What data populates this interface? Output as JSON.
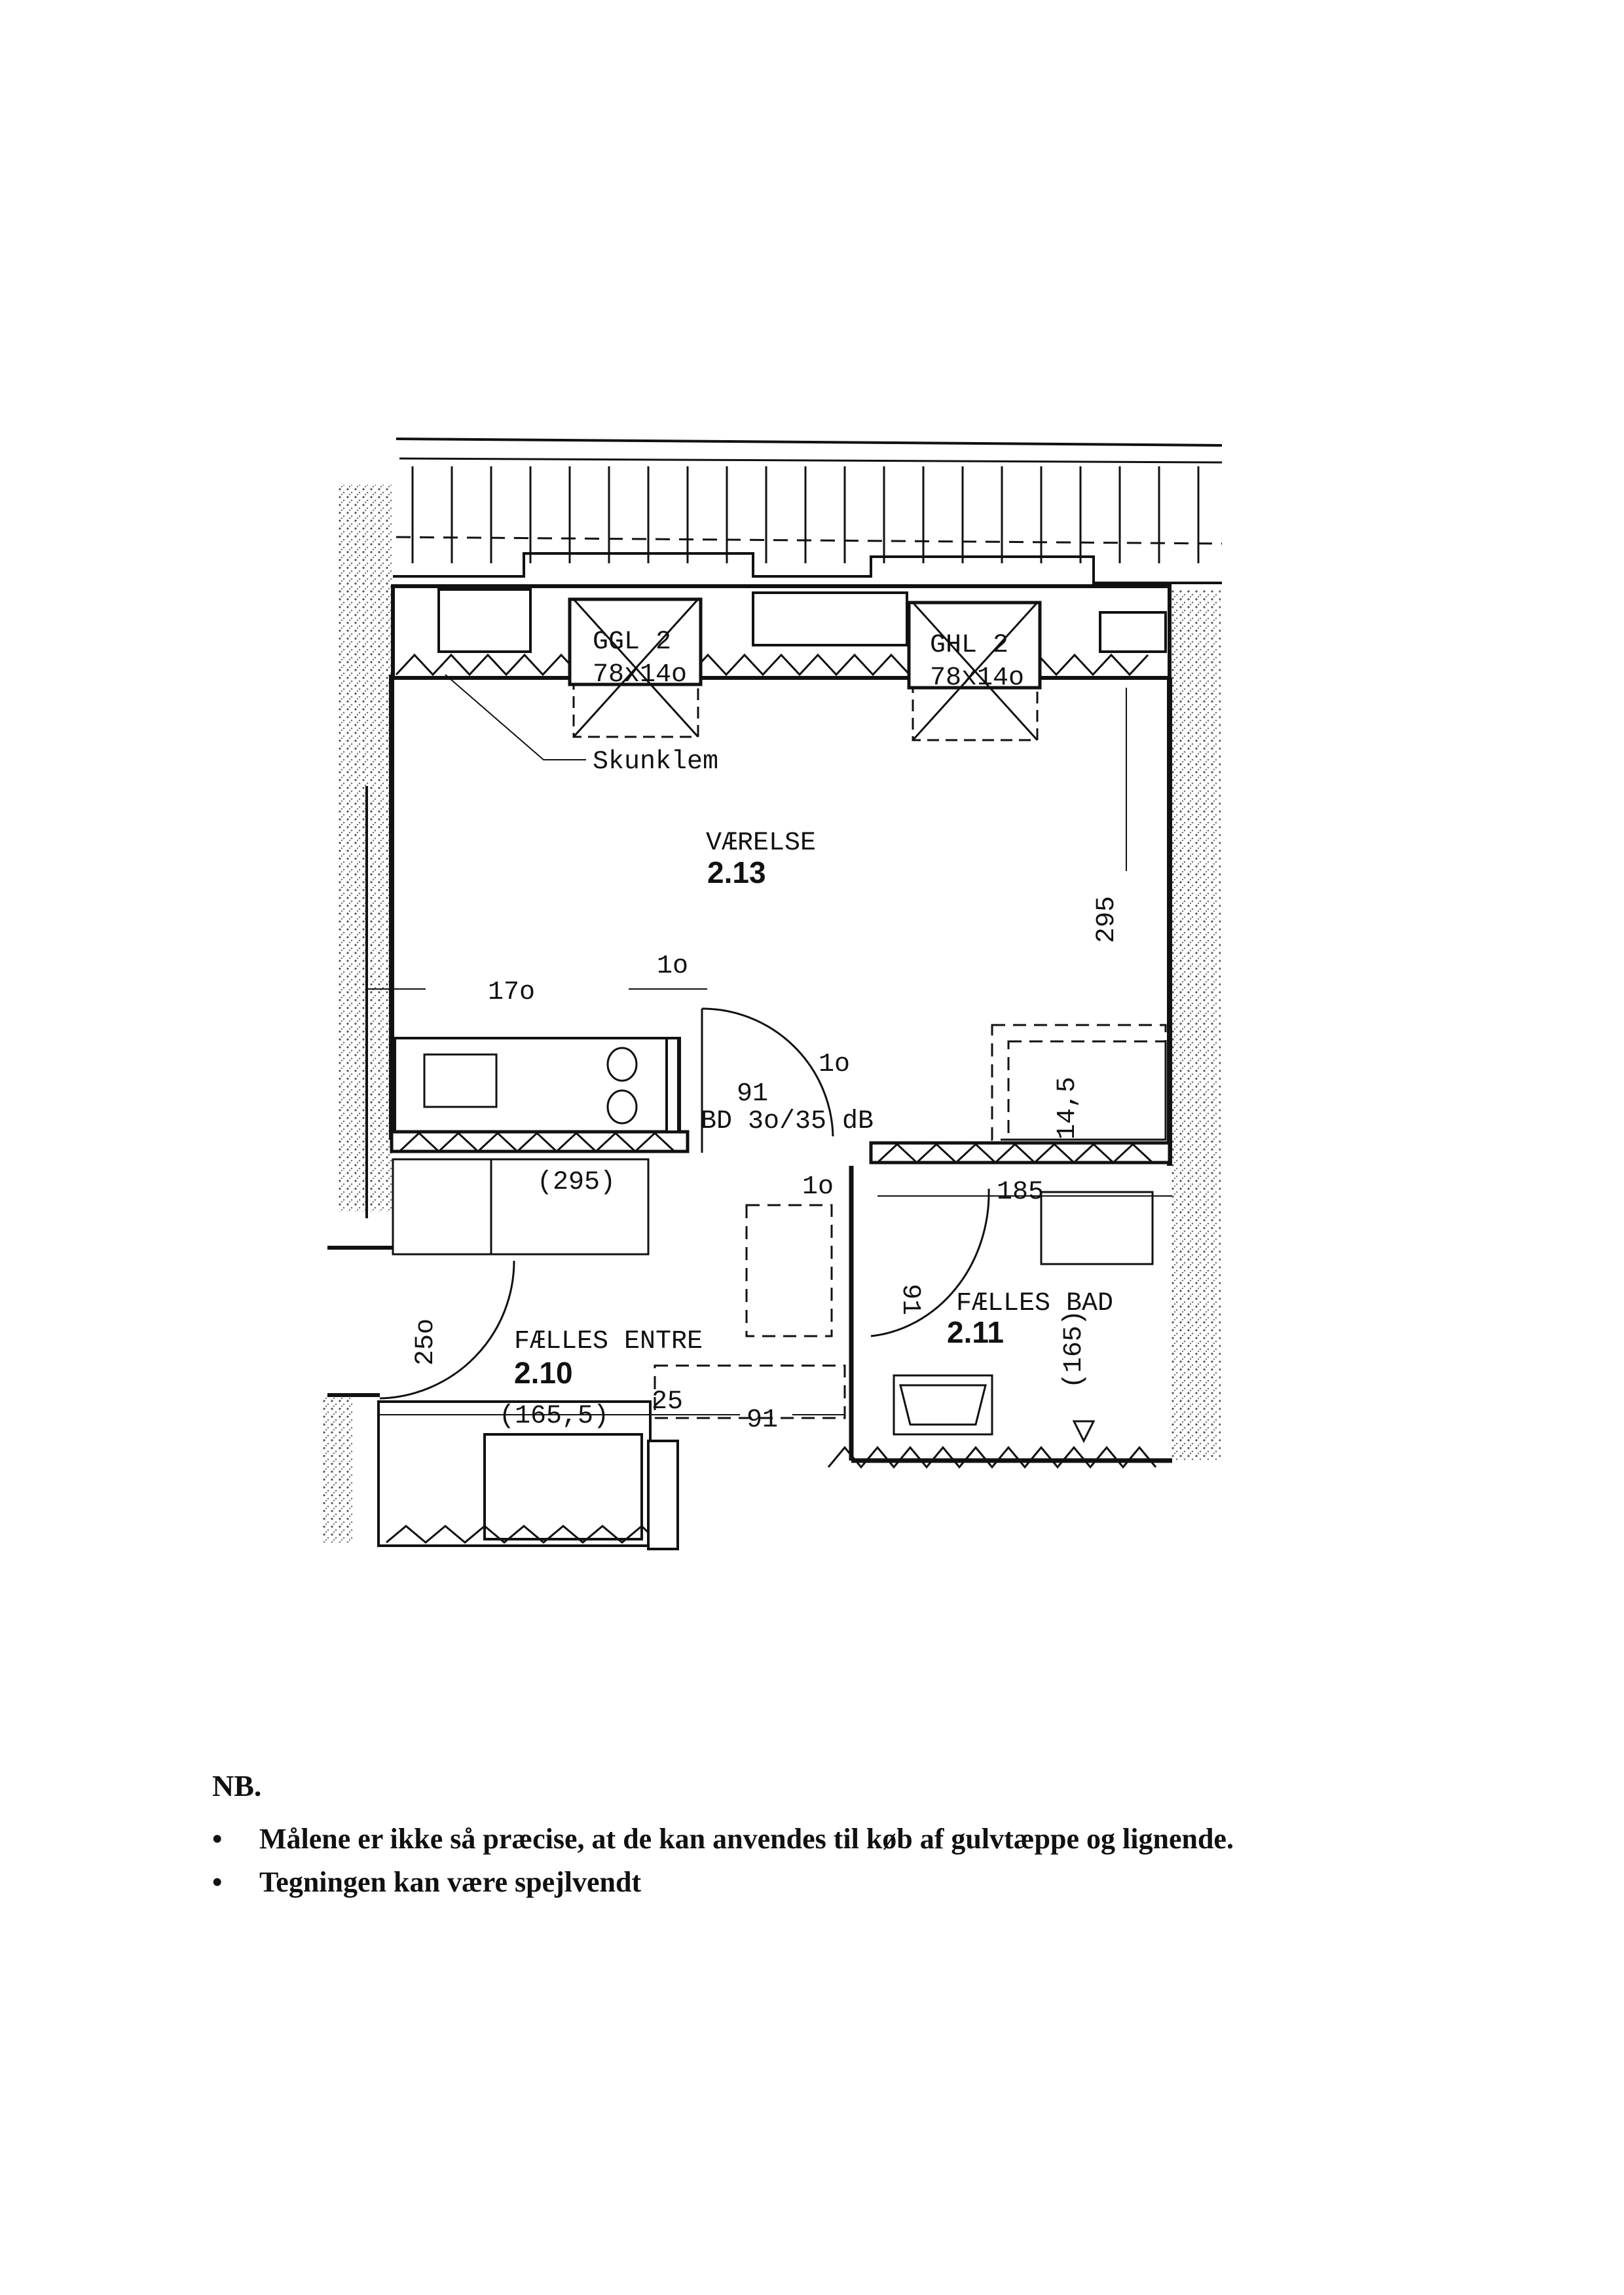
{
  "plan": {
    "labels": {
      "skunklem": "Skunklem",
      "window1_type": "GGL 2",
      "window1_size": "78x14o",
      "window2_type": "GHL 2",
      "window2_size": "78x14o"
    },
    "rooms": [
      {
        "name": "VÆRELSE",
        "number": "2.13"
      },
      {
        "name": "FÆLLES BAD",
        "number": "2.11"
      },
      {
        "name": "FÆLLES ENTRE",
        "number": "2.10"
      }
    ],
    "dimensions": {
      "room_depth": "295",
      "door_offset_top": "1o",
      "kitchen_width": "17o",
      "door_offset_side": "1o",
      "door_width_room": "91",
      "door_spec": "BD 3o/35 dB",
      "closet_depth": "14,5",
      "entry_length": "(295)",
      "bath_offset": "1o",
      "bath_width": "185",
      "bath_door": "91",
      "bath_length": "(165)",
      "entry_door": "25o",
      "entry_width": "(165,5)",
      "entry_offset": "25",
      "entry_door_width": "91"
    }
  },
  "notes": {
    "heading": "NB.",
    "items": [
      "Målene er ikke så præcise, at de kan anvendes til køb af gulvtæppe og lignende.",
      "Tegningen kan være spejlvendt"
    ]
  }
}
